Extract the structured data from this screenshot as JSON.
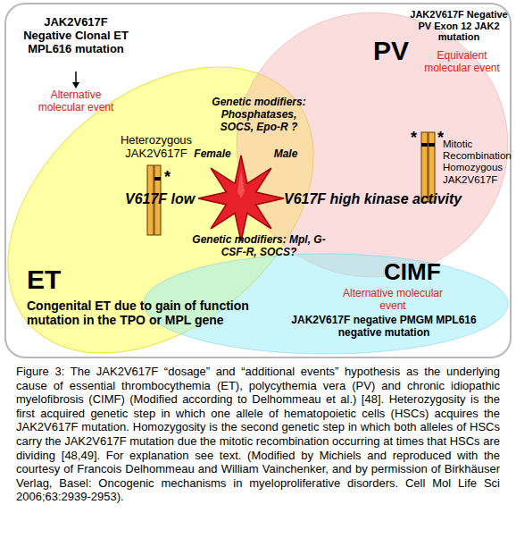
{
  "diagram": {
    "caption": "Figure 3: The JAK2V617F “dosage” and “additional events” hypothesis as the underlying cause of essential thrombocythemia (ET), polycythemia vera (PV) and chronic idiopathic myelofibrosis (CIMF) (Modified according to Delhommeau et al.) [48]. Heterozygosity is the first acquired genetic step in which one allele of hematopoietic cells (HSCs) acquires the JAK2V617F mutation. Homozygosity is the second genetic step in which both alleles of HSCs carry the JAK2V617F mutation due the mitotic recombination occurring at times that HSCs are dividing [48,49]. For explanation see text. (Modified by Michiels and reproduced with the courtesy of Francois Delhommeau and William Vainchenker, and by permission of Birkhäuser Verlag, Basel: Oncogenic mechanisms in myeloproliferative disorders. Cell Mol Life Sci 2006;63:2939-2953).",
    "nodes": [
      {
        "text": [
          "Heterozygous JAK2V617F",
          "ET",
          "Congenital ET due to gain of function mutation in the TPO or MPL gene"
        ]
      },
      {
        "text": [
          "JAK2V617F Negative PV Exon 12 JAK2 mutation",
          "PV",
          "Equivalent molecular event",
          "Mitotic Recombination Homozygous JAK2V617F"
        ]
      },
      {
        "text": [
          "CIMF",
          "Alternative molecular event",
          "JAK2V617F negative PMGM MPL616 negative mutation"
        ]
      }
    ],
    "labels": [
      "JAK2V617F Negative Clonal ET MPL616 mutation",
      "Alternative molecular event",
      "Genetic modifiers: Phosphatases, SOCS, Epo-R ?",
      "Female",
      "Male",
      "V617F low",
      "V617F high kinase activity",
      "Genetic modifiers: Mpl, G-CSF-R, SOCS?",
      "*",
      "*",
      "*"
    ]
  }
}
